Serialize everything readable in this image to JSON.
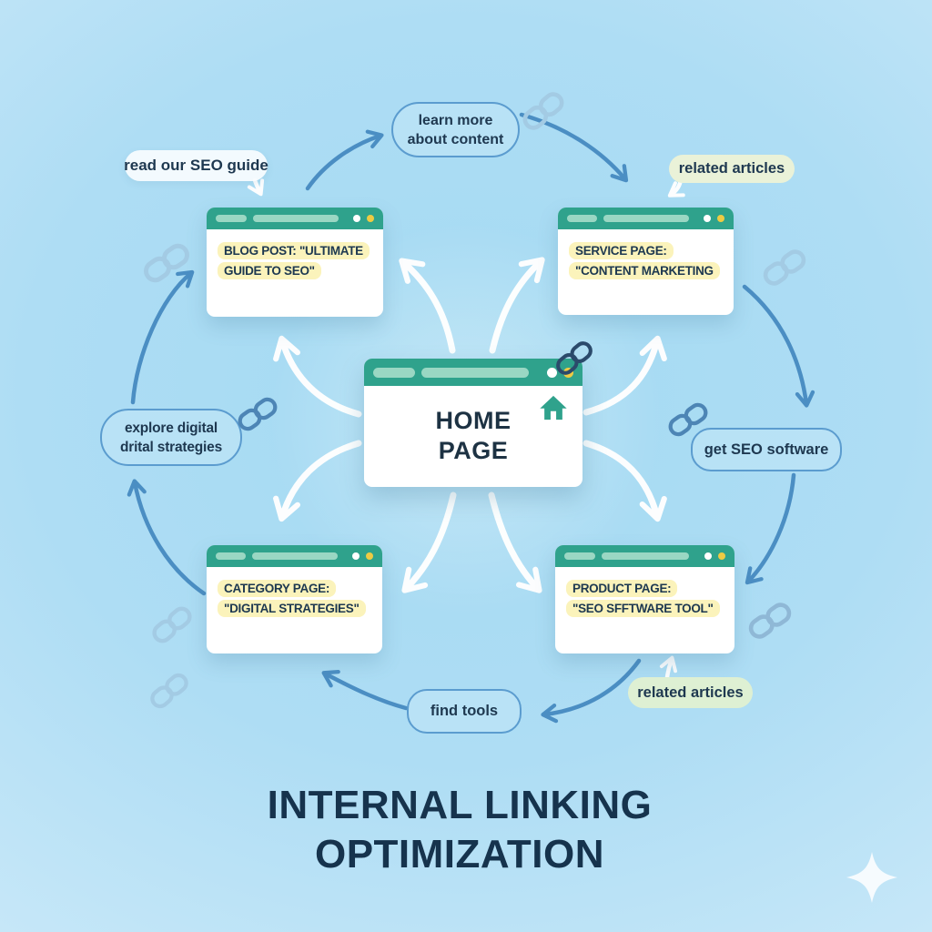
{
  "title": {
    "lines": [
      "INTERNAL LINKING",
      "OPTIMIZATION"
    ]
  },
  "windows": {
    "home": {
      "title_lines": [
        "HOME",
        "PAGE"
      ]
    },
    "blog": {
      "lines": [
        "BLOG POST: \"ULTIMATE",
        "GUIDE TO SEO\""
      ]
    },
    "service": {
      "lines": [
        "SERVICE PAGE:",
        "\"CONTENT MARKETING"
      ]
    },
    "category": {
      "lines": [
        "CATEGORY PAGE:",
        "\"DIGITAL STRATEGIES\""
      ]
    },
    "product": {
      "lines": [
        "PRODUCT PAGE:",
        "\"SEO SFFTWARE TOOL\""
      ]
    }
  },
  "labels": {
    "learn_more": "learn more about content",
    "read_guide": "read our SEO guide",
    "related_top": "related articles",
    "explore": "explore digital drital strategies",
    "get_software": "get SEO software",
    "find_tools": "find tools",
    "related_bottom": "related articles"
  },
  "icons": {
    "home": "home-icon",
    "chain": "chain-link-icon",
    "sparkle": "sparkle-icon"
  },
  "colors": {
    "teal_header": "#2fa28c",
    "teal_pill": "#9ad7c3",
    "yellow_dot": "#eecb43",
    "navy_text": "#1d3850",
    "title_navy": "#16334d",
    "highlight_yellow": "#fbf3bb",
    "blue_arrow": "#4b8ec3",
    "white_arrow": "#ffffff",
    "label_border_blue": "#5b9ccf",
    "label_fill_blue": "#c5e7f8",
    "pill_white": "#f7fbfe",
    "pill_green_top": "#eaf2d8",
    "pill_green_bottom": "#def0d3",
    "chain_light": "#a3cbe4",
    "chain_medium": "#4d85b5",
    "chain_navy": "#2b4a6b",
    "background_blue": "#a4daf2"
  }
}
